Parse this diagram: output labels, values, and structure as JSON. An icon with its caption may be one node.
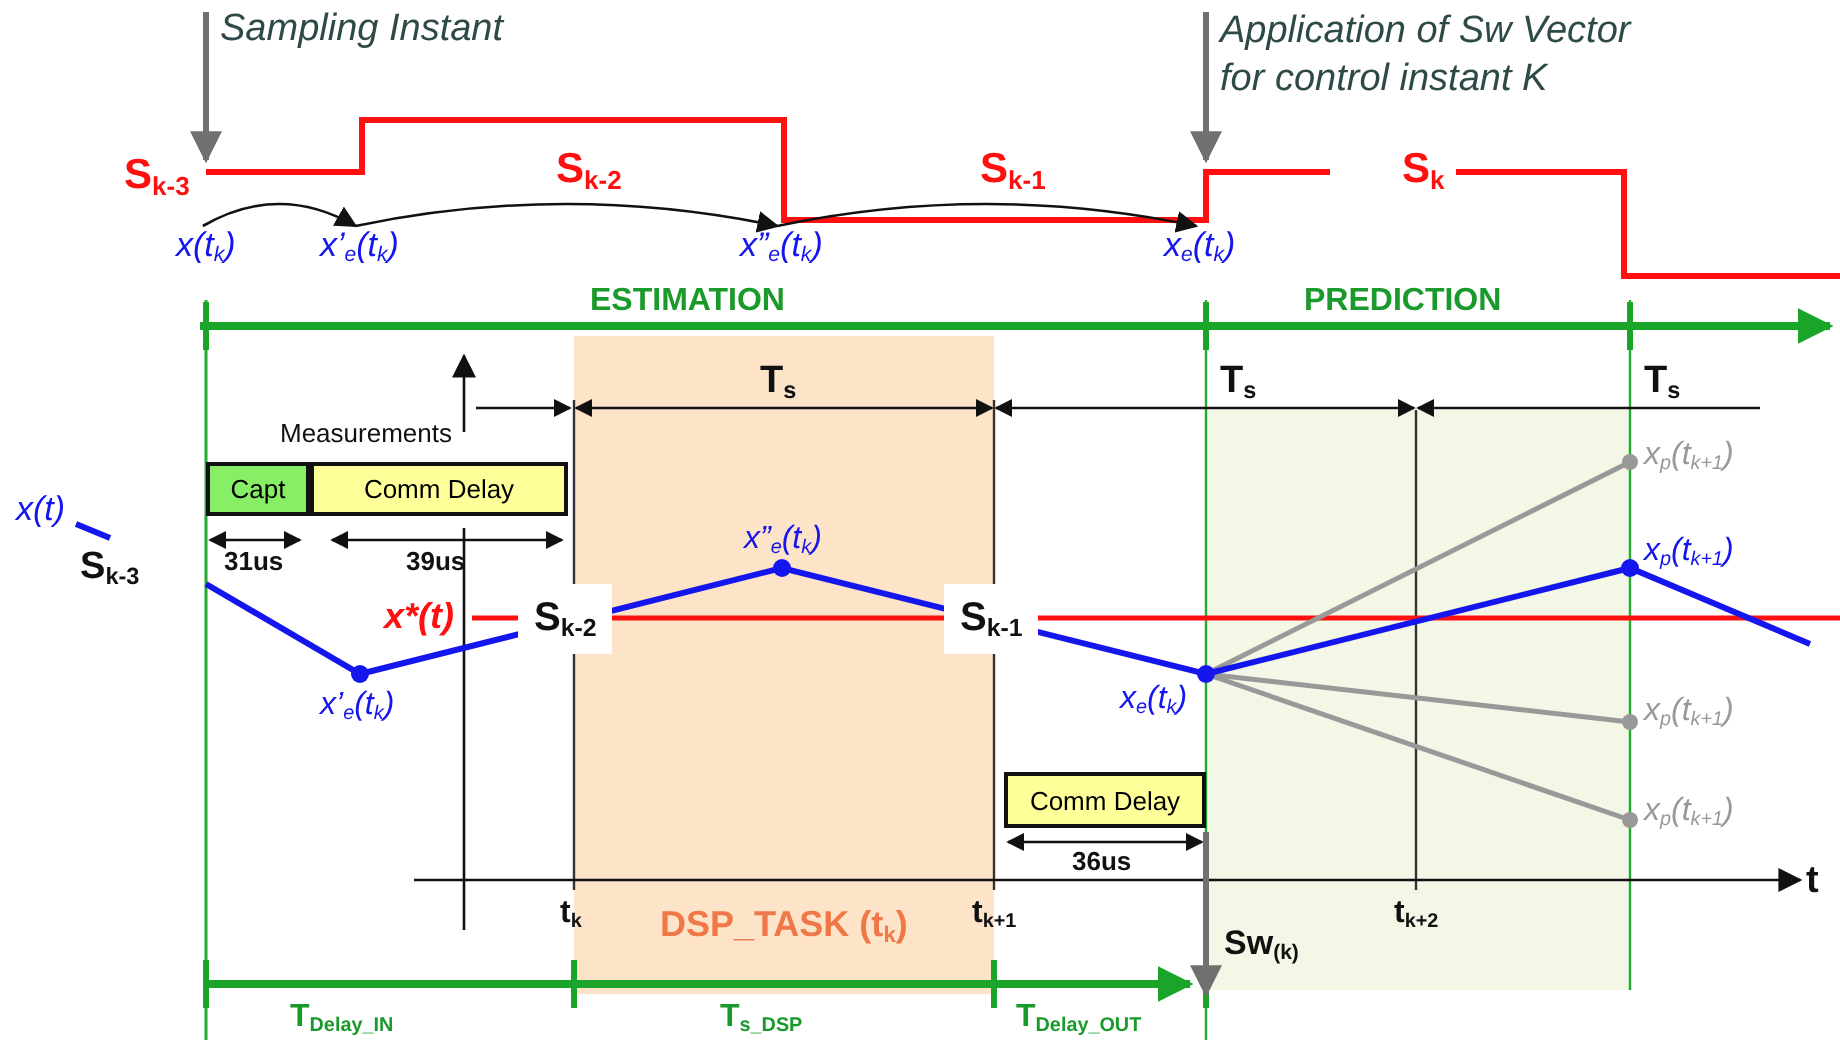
{
  "diagram": {
    "nodes": [
      {
        "text": [
          "x(t$_{k}$)"
        ]
      },
      {
        "text": [
          "x’$_{e}$(t$_{k}$)"
        ]
      },
      {
        "text": [
          "x”$_{e}$(t$_{k}$)"
        ]
      },
      {
        "text": [
          "x$_{e}$(t$_{k}$)"
        ]
      },
      {
        "text": [
          "Capt"
        ],
        "beside": [
          "31us"
        ]
      },
      {
        "text": [
          "Comm Delay"
        ],
        "beside": [
          "39us"
        ]
      },
      {
        "text": [
          "Comm Delay"
        ],
        "beside": [
          "36us"
        ]
      }
    ],
    "edges": [
      {
        "from": 0,
        "to": 1,
        "arrow": "to"
      },
      {
        "from": 1,
        "to": 2,
        "arrow": "to"
      },
      {
        "from": 2,
        "to": 3,
        "arrow": "to"
      }
    ],
    "labels": [
      "Sampling Instant",
      "Application of Sw Vector for control instant K",
      "S$_{k-3}$",
      "S$_{k-2}$",
      "S$_{k-1}$",
      "S$_{k}$",
      "ESTIMATION",
      "PREDICTION",
      "T$_{s}$",
      "T$_{s}$",
      "T$_{s}$",
      "x$_{p}$(t$_{k+1}$)",
      "Measurements",
      "x(t)",
      "x”$_{e}$(t$_{k}$)",
      "x$_{p}$(t$_{k+1}$)",
      "S$_{k-3}$",
      "x*(t)",
      "S$_{k-2}$",
      "S$_{k-1}$",
      "x’$_{e}$(t$_{k}$)",
      "x$_{e}$(t$_{k}$)",
      "x$_{p}$(t$_{k+1}$)",
      "x$_{p}$(t$_{k+1}$)",
      "t",
      "t$_{k}$",
      "DSP_TASK (t$_{k}$)",
      "t$_{k+1}$",
      "t$_{k+2}$",
      "Sw$_{(k)}$",
      "T$_{Delay_IN}$",
      "T$_{s_DSP}$",
      "T$_{Delay_OUT}$"
    ]
  }
}
